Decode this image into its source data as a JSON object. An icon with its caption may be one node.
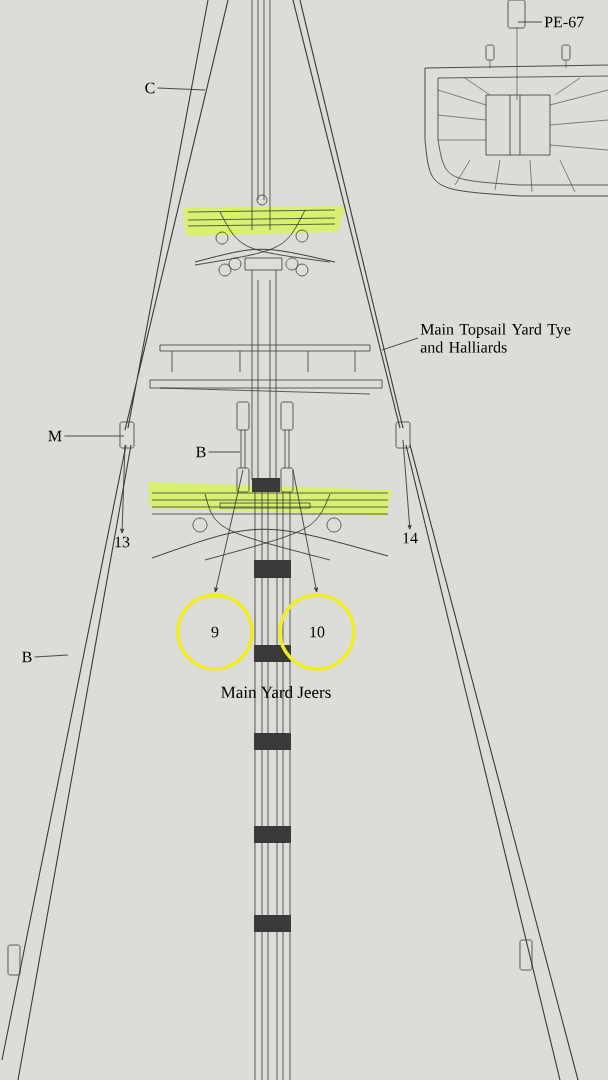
{
  "diagram": {
    "nodes": [
      {
        "text": [
          "PE-67"
        ]
      },
      {
        "text": [
          "C"
        ]
      },
      {
        "text": [
          "Main Topsail Yard Tye and Halliards"
        ]
      },
      {
        "text": [
          "M"
        ]
      },
      {
        "text": [
          "B"
        ]
      },
      {
        "text": [
          "13"
        ]
      },
      {
        "text": [
          "14"
        ]
      },
      {
        "text": [
          "9"
        ]
      },
      {
        "text": [
          "10"
        ]
      },
      {
        "text": [
          "B"
        ]
      }
    ],
    "edges": [
      {
        "from": 0,
        "to": null,
        "arrow": "none"
      },
      {
        "from": 1,
        "to": null,
        "arrow": "none"
      },
      {
        "from": 2,
        "to": null,
        "arrow": "none"
      },
      {
        "from": 3,
        "to": null,
        "arrow": "none"
      },
      {
        "from": 4,
        "to": null,
        "arrow": "none"
      },
      {
        "from": null,
        "to": 5,
        "arrow": "to"
      },
      {
        "from": null,
        "to": 6,
        "arrow": "to"
      },
      {
        "from": null,
        "to": 7,
        "arrow": "to"
      },
      {
        "from": null,
        "to": 8,
        "arrow": "to"
      },
      {
        "from": 9,
        "to": null,
        "arrow": "none"
      }
    ],
    "labels": [
      "Main Yard Jeers"
    ]
  }
}
